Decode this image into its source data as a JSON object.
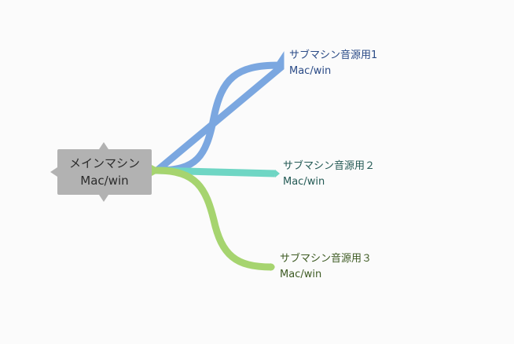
{
  "root": {
    "title": "メインマシン",
    "subtitle": "Mac/win",
    "color": "#b2b2b2"
  },
  "children": [
    {
      "title": "サブマシン音源用1",
      "subtitle": "Mac/win",
      "branch_color": "#7ba7e0",
      "text_color": "#2a4a86"
    },
    {
      "title": "サブマシン音源用２",
      "subtitle": "Mac/win",
      "branch_color": "#6fd6c4",
      "text_color": "#245a55"
    },
    {
      "title": "サブマシン音源用３",
      "subtitle": "Mac/win",
      "branch_color": "#a6d46f",
      "text_color": "#3d5a22"
    }
  ]
}
